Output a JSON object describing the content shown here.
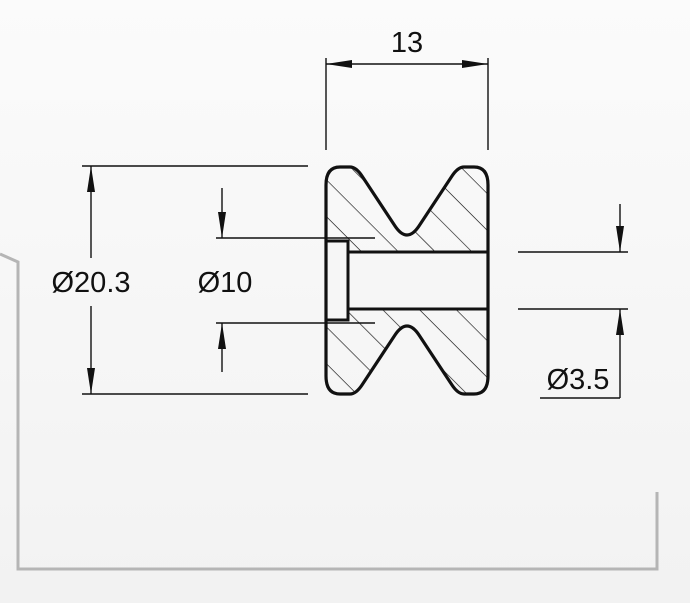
{
  "drawing": {
    "dimensions": {
      "width_label": "13",
      "outer_diameter_label": "Ø20.3",
      "shoulder_diameter_label": "Ø10",
      "bore_diameter_label": "Ø3.5"
    }
  },
  "colors": {
    "line": "#111111",
    "sheet_border": "#b5b5b5",
    "background": "#f4f4f4"
  }
}
